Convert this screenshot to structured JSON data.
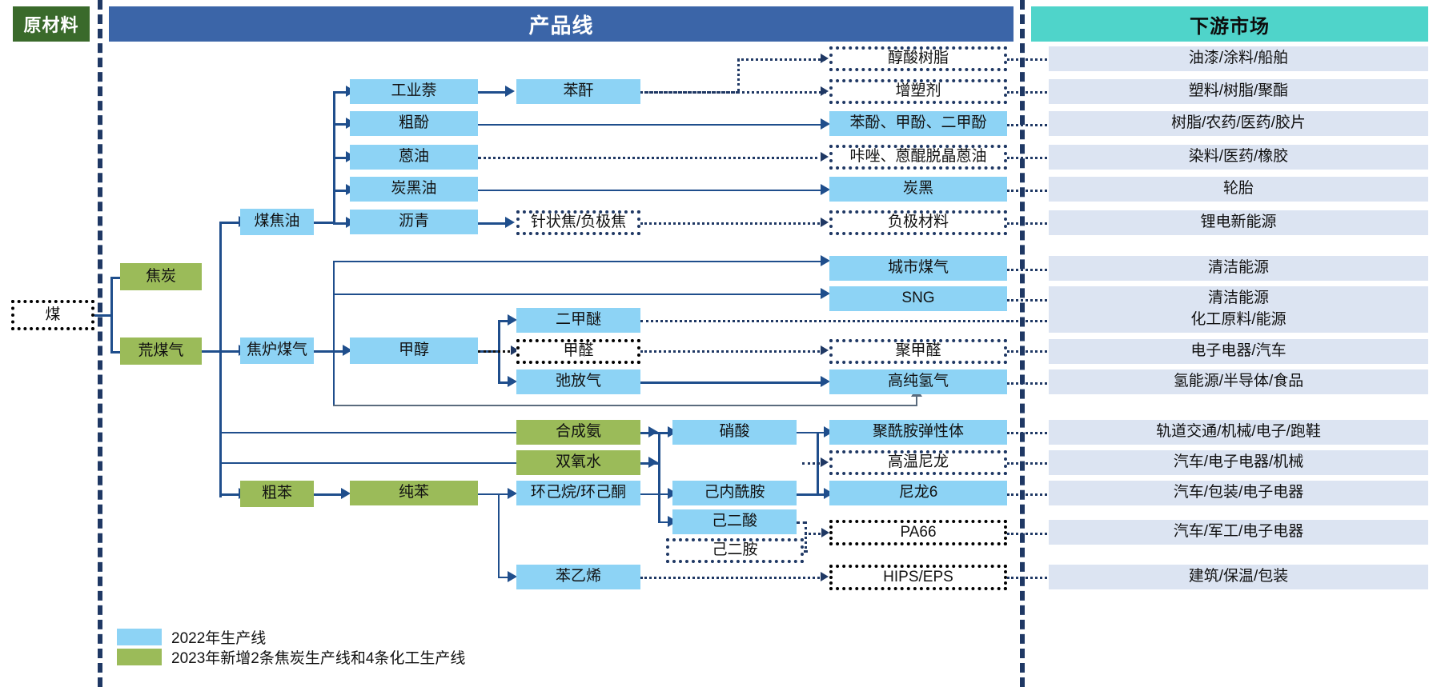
{
  "headers": {
    "raw_material": "原材料",
    "product_line": "产品线",
    "downstream_market": "下游市场"
  },
  "colors": {
    "header_raw": "#3A6A2B",
    "header_product": "#3B65A8",
    "header_downstream": "#4FD4CA",
    "node_2022": "#8DD3F5",
    "node_2023": "#9BBB59",
    "market": "#DCE4F2",
    "connector": "#1F4E8C",
    "separator": "#1F3864"
  },
  "raw_material": {
    "coal": "煤"
  },
  "stage1": {
    "coke": "焦炭",
    "raw_gas": "荒煤气"
  },
  "stage2": {
    "coal_tar": "煤焦油",
    "coke_oven_gas": "焦炉煤气",
    "crude_benzene": "粗苯"
  },
  "stage3": {
    "industrial_naphthalene": "工业萘",
    "crude_phenol": "粗酚",
    "anthracene_oil": "蒽油",
    "carbon_black_oil": "炭黑油",
    "pitch": "沥青",
    "methanol": "甲醇",
    "pure_benzene": "纯苯"
  },
  "stage4": {
    "phthalic_anhydride": "苯酐",
    "needle_coke": "针状焦/负极焦",
    "dme": "二甲醚",
    "formaldehyde": "甲醛",
    "purge_gas": "弛放气",
    "synthetic_ammonia": "合成氨",
    "hydrogen_peroxide": "双氧水",
    "cyclohexane": "环己烷/环己酮",
    "styrene": "苯乙烯"
  },
  "stage5": {
    "nitric_acid": "硝酸",
    "caprolactam": "己内酰胺",
    "adipic_acid": "己二酸",
    "hexanediamine": "己二胺"
  },
  "products": [
    {
      "label": "醇酸树脂",
      "style": "dash-blue"
    },
    {
      "label": "增塑剂",
      "style": "dash-blue"
    },
    {
      "label": "苯酚、甲酚、二甲酚",
      "style": "blue"
    },
    {
      "label": "咔唑、蒽醌脱晶蒽油",
      "style": "dash-blue"
    },
    {
      "label": "炭黑",
      "style": "blue"
    },
    {
      "label": "负极材料",
      "style": "dash-blue"
    },
    {
      "label": "城市煤气",
      "style": "blue"
    },
    {
      "label": "SNG",
      "style": "blue"
    },
    {
      "label": "聚甲醛",
      "style": "dash-blue"
    },
    {
      "label": "高纯氢气",
      "style": "blue"
    },
    {
      "label": "聚酰胺弹性体",
      "style": "blue"
    },
    {
      "label": "高温尼龙",
      "style": "dash-blue"
    },
    {
      "label": "尼龙6",
      "style": "blue"
    },
    {
      "label": "PA66",
      "style": "dash-black"
    },
    {
      "label": "HIPS/EPS",
      "style": "dash-black"
    }
  ],
  "markets": [
    "油漆/涂料/船舶",
    "塑料/树脂/聚酯",
    "树脂/农药/医药/胶片",
    "染料/医药/橡胶",
    "轮胎",
    "锂电新能源",
    "清洁能源",
    "清洁能源",
    "化工原料/能源",
    "电子电器/汽车",
    "氢能源/半导体/食品",
    "轨道交通/机械/电子/跑鞋",
    "汽车/电子电器/机械",
    "汽车/包装/电子电器",
    "汽车/军工/电子电器",
    "建筑/保温/包装"
  ],
  "legend": [
    {
      "swatch": "#8DD3F5",
      "label": "2022年生产线"
    },
    {
      "swatch": "#9BBB59",
      "label": "2023年新增2条焦炭生产线和4条化工生产线"
    }
  ]
}
